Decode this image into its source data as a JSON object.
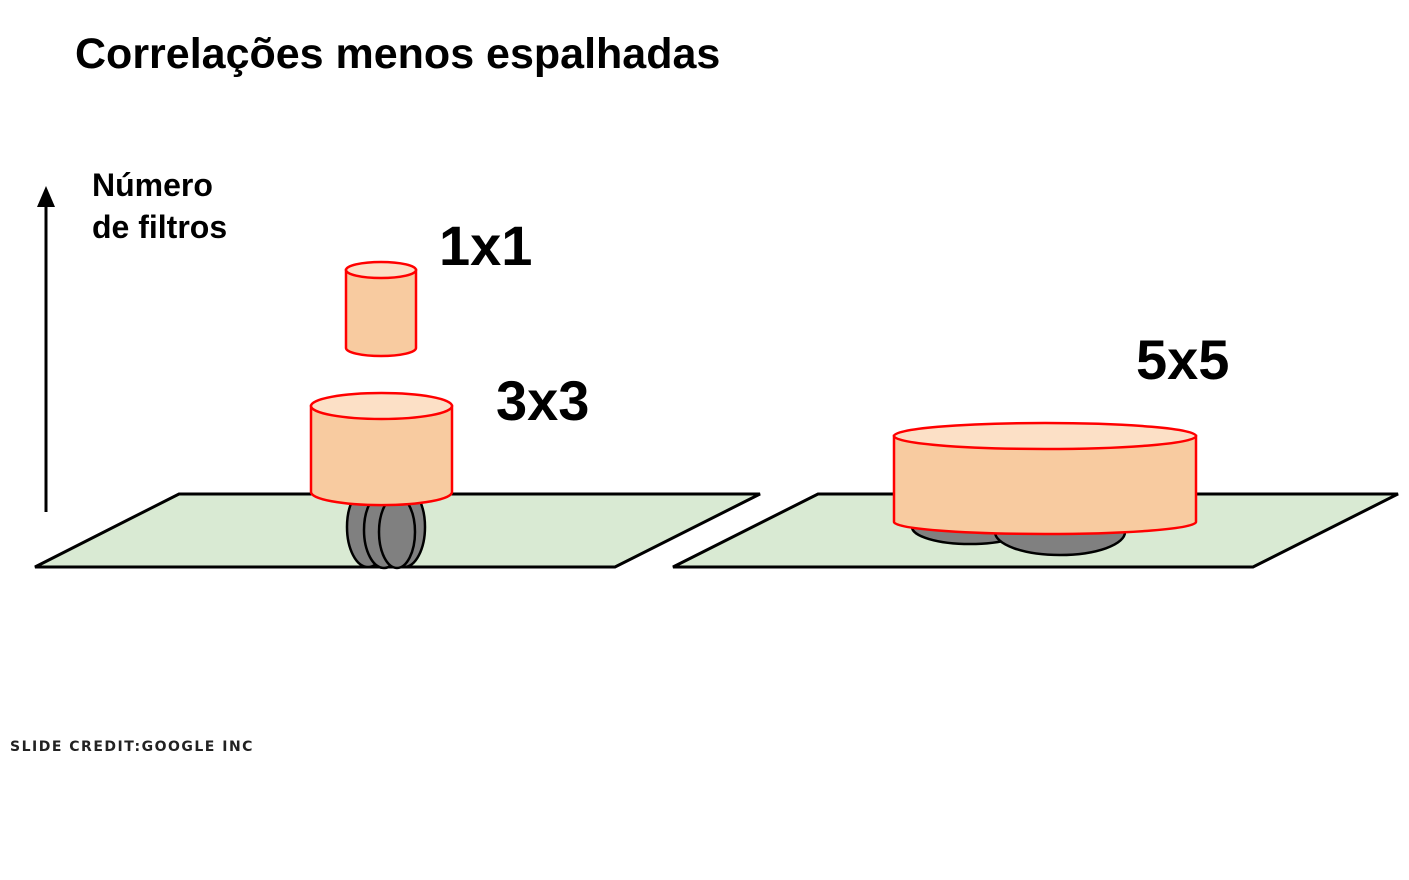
{
  "slide": {
    "title": "Correlações menos espalhadas",
    "credit": "SLIDE CREDIT:GOOGLE INC"
  },
  "axis": {
    "label_line1": "Número",
    "label_line2": "de filtros"
  },
  "filters": {
    "label_1x1": "1x1",
    "label_3x3": "3x3",
    "label_5x5": "5x5"
  },
  "colors": {
    "plane_fill": "#d9ead3",
    "cylinder_fill": "#f8cba0",
    "cylinder_top": "#fce0c6",
    "cylinder_stroke": "#ff0000",
    "blob_fill": "#808080"
  }
}
